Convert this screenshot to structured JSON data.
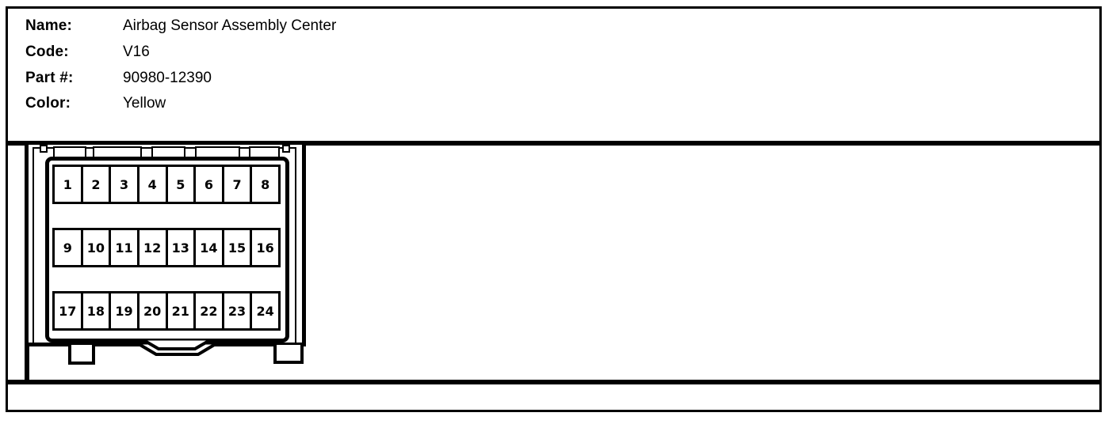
{
  "page": {
    "background": "#ffffff",
    "line_color": "#000000"
  },
  "header": {
    "fields": [
      {
        "label": "Name:",
        "value": "Airbag Sensor Assembly Center"
      },
      {
        "label": "Code:",
        "value": "V16"
      },
      {
        "label": "Part #:",
        "value": "90980-12390"
      },
      {
        "label": "Color:",
        "value": "Yellow"
      }
    ]
  },
  "connector": {
    "view": "24-pin connector housing, front view",
    "rows": [
      [
        "1",
        "2",
        "3",
        "4",
        "5",
        "6",
        "7",
        "8"
      ],
      [
        "9",
        "10",
        "11",
        "12",
        "13",
        "14",
        "15",
        "16"
      ],
      [
        "17",
        "18",
        "19",
        "20",
        "21",
        "22",
        "23",
        "24"
      ]
    ]
  }
}
